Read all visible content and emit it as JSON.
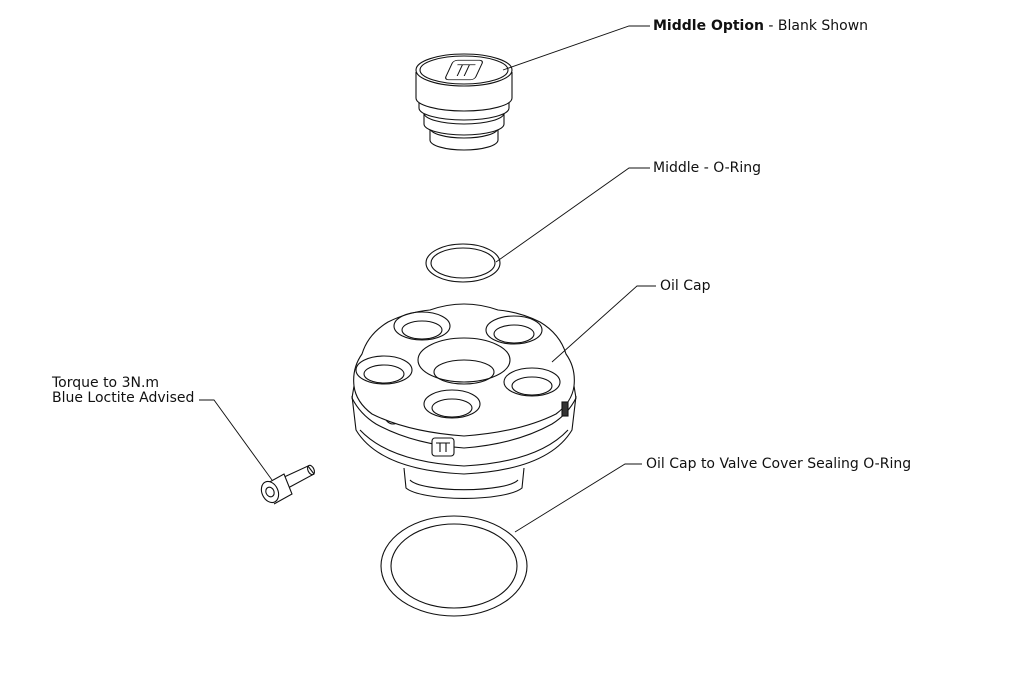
{
  "callouts": {
    "middle_option": {
      "bold": "Middle Option",
      "rest": " - Blank Shown"
    },
    "middle_oring": "Middle - O-Ring",
    "oil_cap": "Oil Cap",
    "sealing_oring": "Oil Cap to Valve Cover Sealing O-Ring",
    "bolt": {
      "line1": "Torque to 3N.m",
      "line2": "Blue Loctite Advised"
    }
  }
}
